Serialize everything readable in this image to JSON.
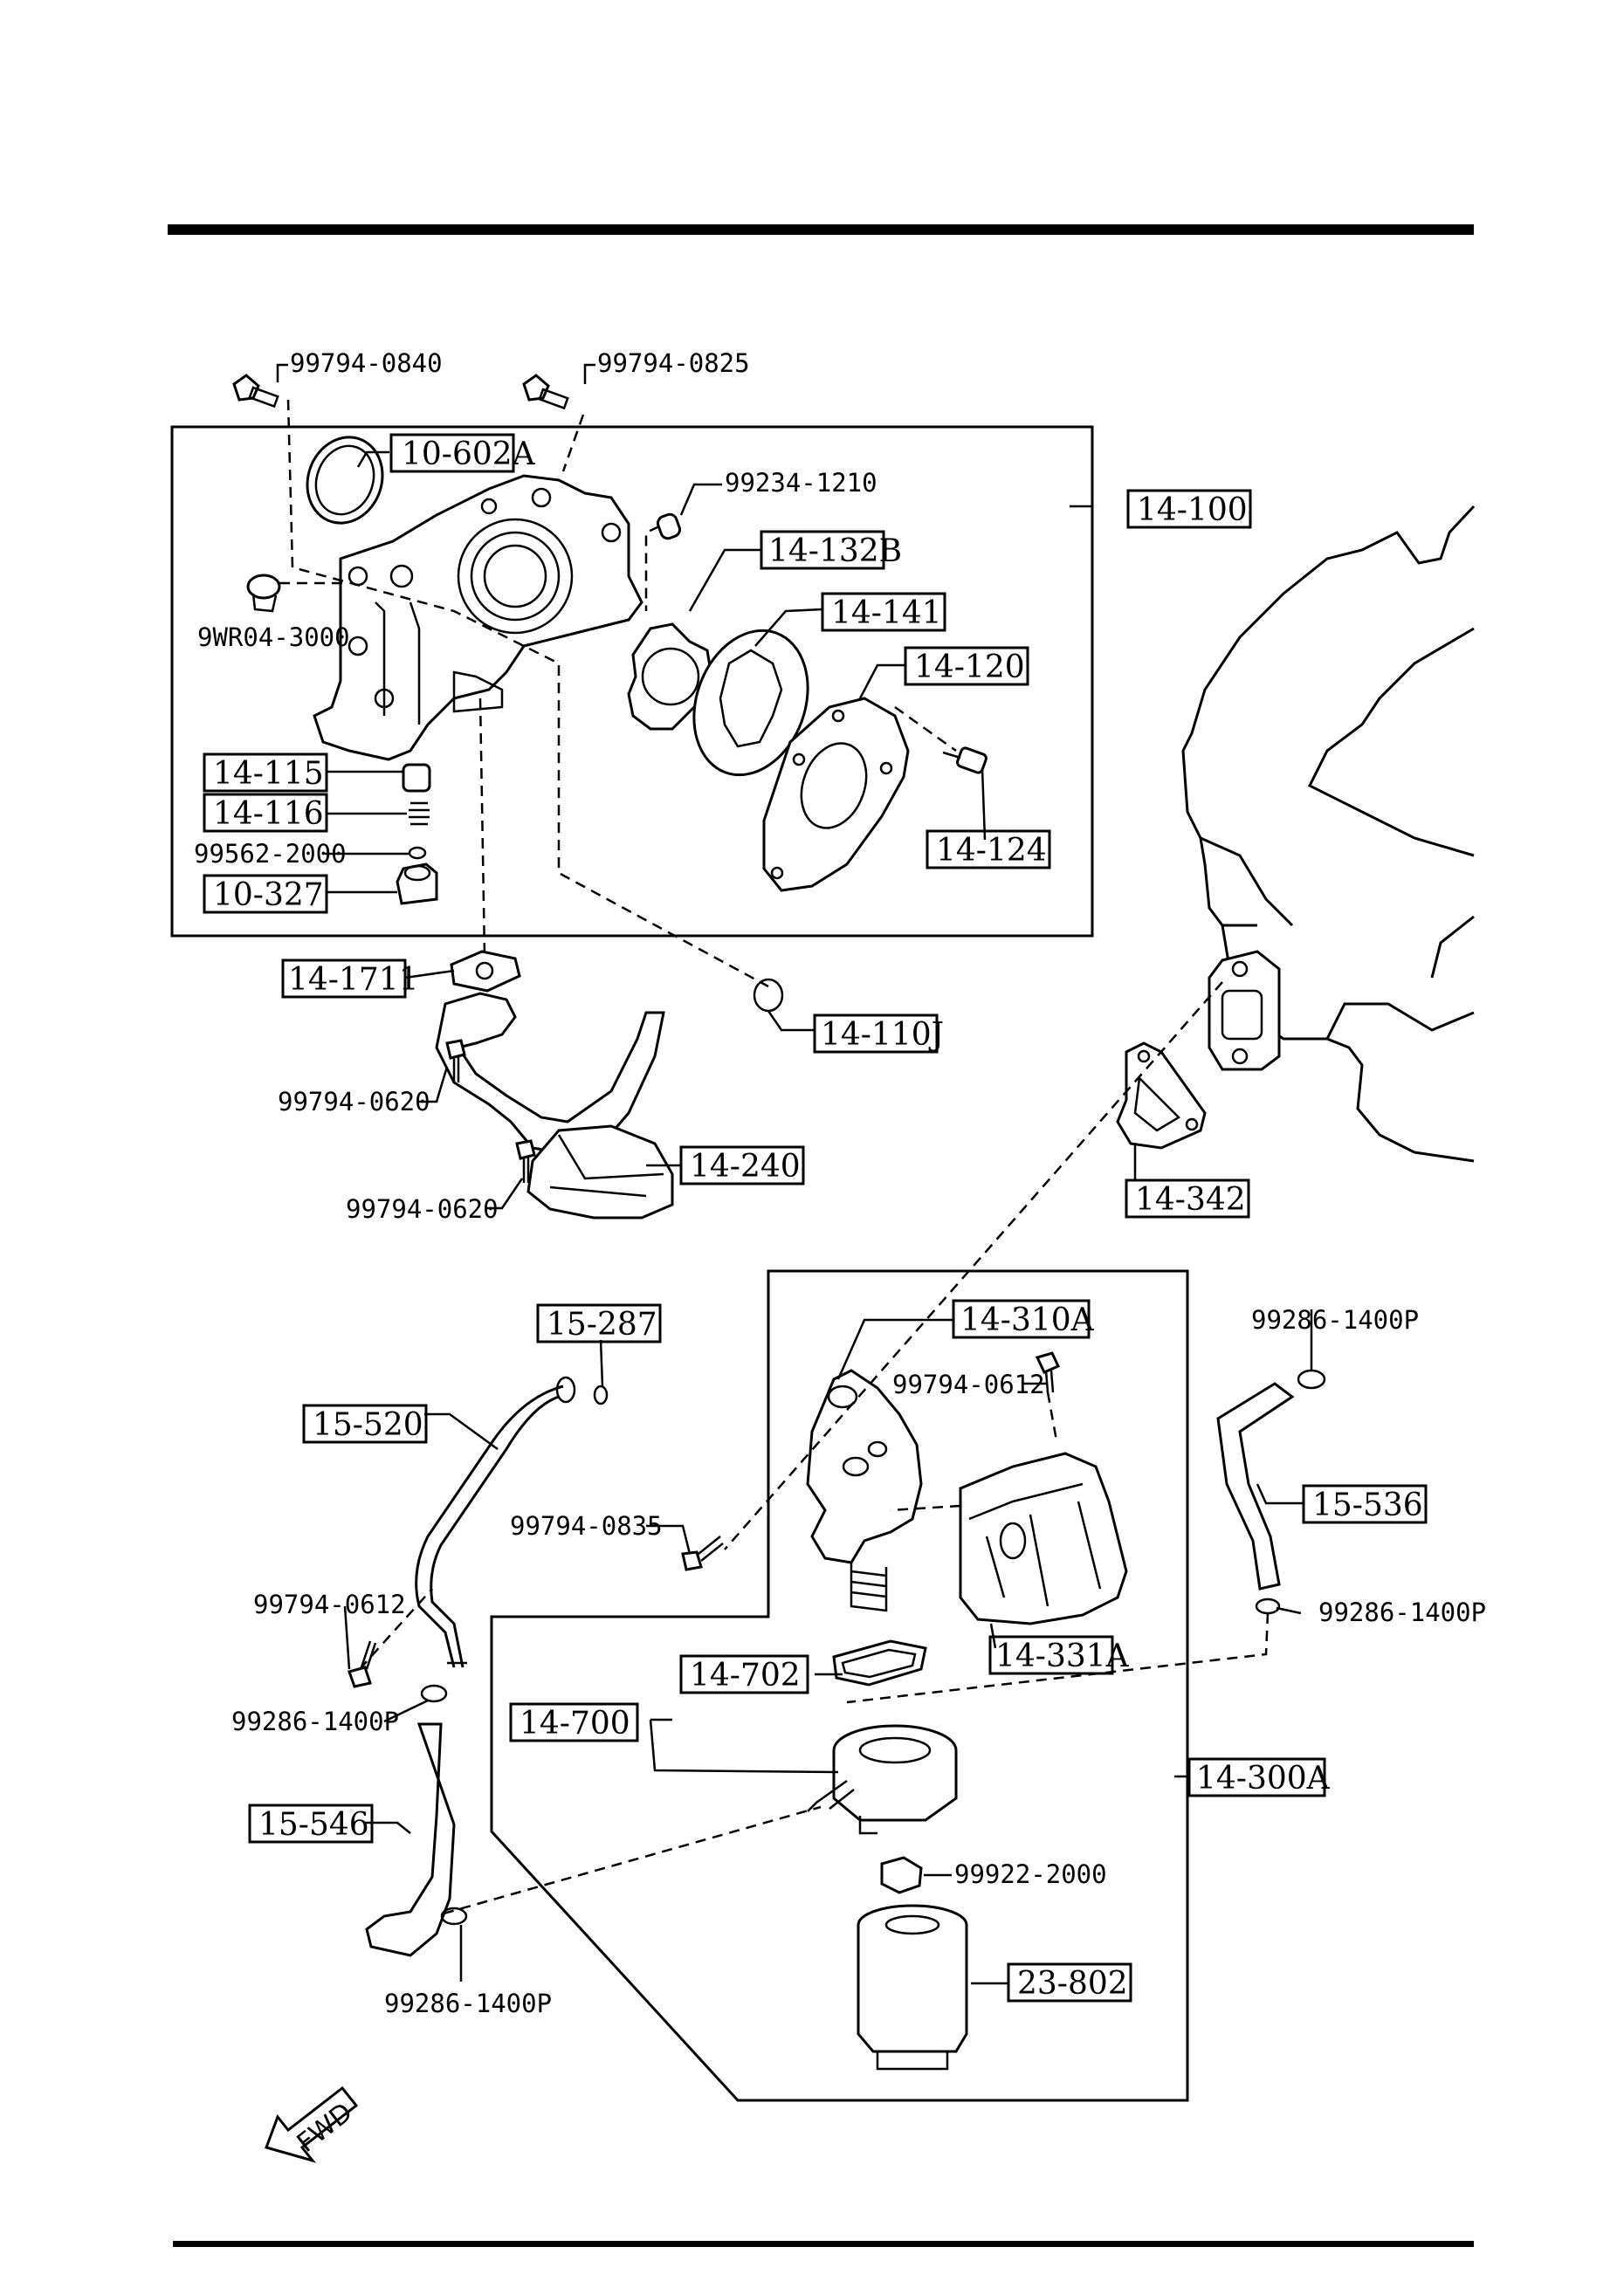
{
  "header_rule": "",
  "codes": {
    "c_99794_0840": "99794-0840",
    "c_99794_0825": "99794-0825",
    "c_99234_1210": "99234-1210",
    "c_9WR04_3000": "9WR04-3000",
    "c_99562_2000": "99562-2000",
    "c_99794_0620_a": "99794-0620",
    "c_99794_0620_b": "99794-0620",
    "c_99286_1400P_a": "99286-1400P",
    "c_99794_0612_a": "99794-0612",
    "c_99794_0835": "99794-0835",
    "c_99794_0612_b": "99794-0612",
    "c_99286_1400P_b": "99286-1400P",
    "c_99286_1400P_c": "99286-1400P",
    "c_99286_1400P_d": "99286-1400P",
    "c_99922_2000": "99922-2000"
  },
  "boxes": {
    "b_10_602A": "10-602A",
    "b_14_100": "14-100",
    "b_14_132B": "14-132B",
    "b_14_141": "14-141",
    "b_14_120": "14-120",
    "b_14_124": "14-124",
    "b_14_115": "14-115",
    "b_14_116": "14-116",
    "b_10_327": "10-327",
    "b_14_1711": "14-1711",
    "b_14_110J": "14-110J",
    "b_14_240": "14-240",
    "b_14_342": "14-342",
    "b_15_287": "15-287",
    "b_15_520": "15-520",
    "b_14_310A": "14-310A",
    "b_15_536": "15-536",
    "b_14_331A": "14-331A",
    "b_14_702": "14-702",
    "b_14_700": "14-700",
    "b_14_300A": "14-300A",
    "b_15_546": "15-546",
    "b_23_802": "23-802"
  },
  "fwd_label": "FWD"
}
